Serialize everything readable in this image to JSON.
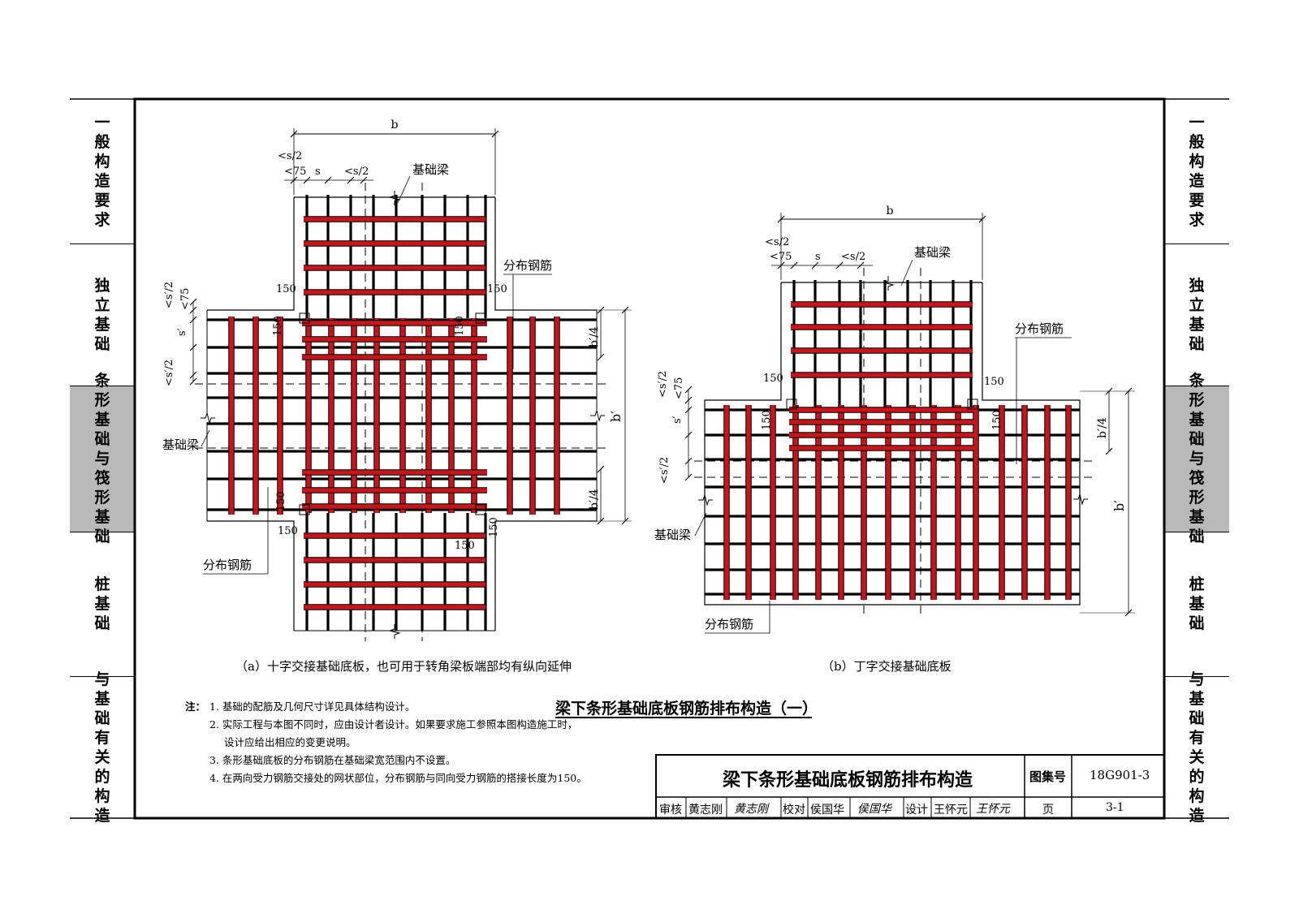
{
  "side_nav": {
    "left": [
      {
        "label": "一般构造要求",
        "active": false
      },
      {
        "label": "独立基础",
        "active": false
      },
      {
        "label": "条形基础与筏形基础",
        "active": true
      },
      {
        "label": "桩基础",
        "active": false
      },
      {
        "label": "与基础有关的构造",
        "active": false
      }
    ],
    "right": [
      {
        "label": "一般构造要求",
        "active": false
      },
      {
        "label": "独立基础",
        "active": false
      },
      {
        "label": "条形基础与筏形基础",
        "active": true
      },
      {
        "label": "桩基础",
        "active": false
      },
      {
        "label": "与基础有关的构造",
        "active": false
      }
    ]
  },
  "diagram_a": {
    "dim_b": "b",
    "dim_s2_top": "s/2",
    "dim_75": "75",
    "dim_s": "s",
    "dim_s2_right": "s/2",
    "beam_label_top": "基础梁",
    "beam_label_left": "基础梁",
    "dist_rebar_top": "分布钢筋",
    "dist_rebar_bottom": "分布钢筋",
    "dim_150": "150",
    "dim_sp2": "s′/2",
    "dim_sp75": "75",
    "dim_sp": "s′",
    "dim_bp4": "b′/4",
    "dim_bp": "b′",
    "caption": "（a）十字交接基础底板，也可用于转角梁板端部均有纵向延伸"
  },
  "diagram_b": {
    "dim_b": "b",
    "dim_s2_top": "s/2",
    "dim_75": "75",
    "dim_s": "s",
    "dim_s2_right": "s/2",
    "beam_label_top": "基础梁",
    "beam_label_left": "基础梁",
    "dist_rebar_top": "分布钢筋",
    "dist_rebar_bottom": "分布钢筋",
    "dim_150": "150",
    "dim_sp2": "s′/2",
    "dim_sp75": "75",
    "dim_sp": "s′",
    "dim_bp4": "b′/4",
    "dim_bp": "b′",
    "caption": "（b）丁字交接基础底板"
  },
  "figure_title": "梁下条形基础底板钢筋排布构造（一）",
  "notes": {
    "label": "注：",
    "items": [
      "1.  基础的配筋及几何尺寸详见具体结构设计。",
      "2.  实际工程与本图不同时，应由设计者设计。如果要求施工参照本图构造施工时，",
      "设计应给出相应的变更说明。",
      "3.  条形基础底板的分布钢筋在基础梁宽范围内不设置。",
      "4.  在两向受力钢筋交接处的网状部位，分布钢筋与同向受力钢筋的搭接长度为150。"
    ]
  },
  "title_block": {
    "drawing_title": "梁下条形基础底板钢筋排布构造",
    "atlas_label": "图集号",
    "atlas_no": "18G901-3",
    "review_label": "审核",
    "reviewer": "黄志刚",
    "reviewer_sig": "黄志刚",
    "check_label": "校对",
    "checker": "侯国华",
    "checker_sig": "侯国华",
    "design_label": "设计",
    "designer": "王怀元",
    "designer_sig": "王怀元",
    "page_label": "页",
    "page_no": "3-1"
  },
  "colors": {
    "rebar_red": "#c8151b",
    "line": "#000000",
    "active_tab": "#b9b9b9"
  }
}
